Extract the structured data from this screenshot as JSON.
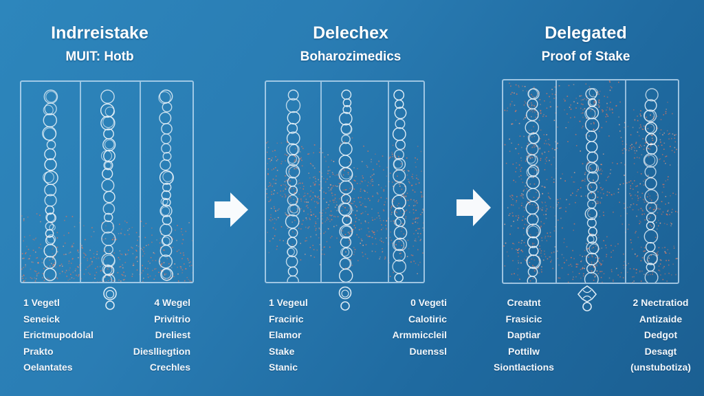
{
  "panels": [
    {
      "title": "Indrreistake",
      "subtitle": "MUIT: Hotb",
      "left_labels": [
        "1 Vegetl",
        "Seneick",
        "Erictmupodolal",
        "Prakto",
        "Oelantates"
      ],
      "right_labels": [
        "4 Wegel",
        "Privitrio",
        "Dreliest",
        "Dieslliegtion",
        "Crechles"
      ],
      "columns": 3,
      "heat_pattern": "bottom-band",
      "icon": "node-chain-icon"
    },
    {
      "title": "Delechex",
      "subtitle": "Boharozimedics",
      "left_labels": [
        "1 Vegeul",
        "Fraciric",
        "Elamor",
        "Stake",
        "Stanic"
      ],
      "right_labels": [
        "0 Vegeti",
        "Calotiric",
        "Armmiccleil",
        "Duenssl"
      ],
      "columns": 3,
      "heat_pattern": "middle-diagonal",
      "icon": "node-chain-icon"
    },
    {
      "title": "Delegated",
      "subtitle": "Proof of Stake",
      "left_labels": [
        "Creatnt",
        "Frasicic",
        "Daptiar",
        "Pottilw",
        "Siontlactions"
      ],
      "right_labels": [
        "2 Nectratiod",
        "Antizaide",
        "Dedgot",
        "Desagt",
        "(unstubotiza)"
      ],
      "columns": 3,
      "heat_pattern": "clusters",
      "icon": "delegate-knot-icon"
    }
  ],
  "arrows": [
    "arrow-right",
    "arrow-right"
  ],
  "colors": {
    "background_start": "#2d86bc",
    "background_end": "#1b5f92",
    "ring": "#e6f1f8",
    "heat": "#e0765c",
    "frame": "#c8e1f5"
  }
}
